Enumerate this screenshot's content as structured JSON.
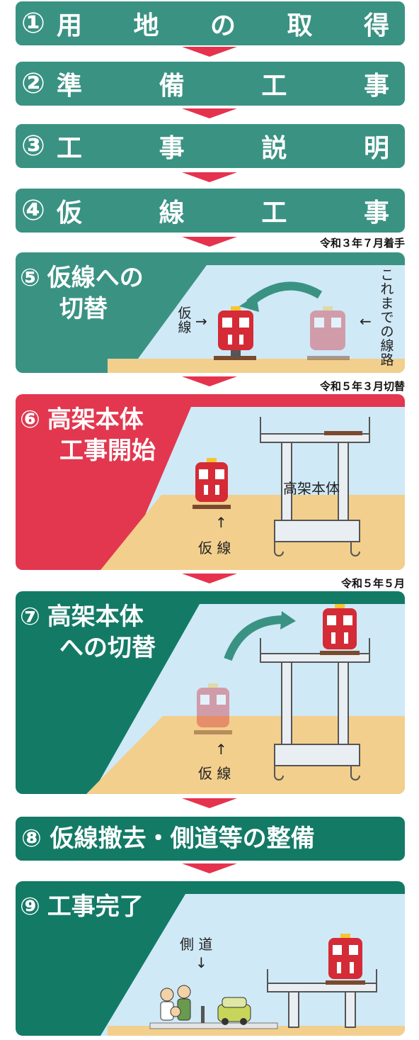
{
  "steps": [
    {
      "num": "①",
      "chars": [
        "用",
        "地",
        "の",
        "取",
        "得"
      ]
    },
    {
      "num": "②",
      "chars": [
        "準",
        "備",
        "工",
        "事"
      ]
    },
    {
      "num": "③",
      "chars": [
        "工",
        "事",
        "説",
        "明"
      ]
    },
    {
      "num": "④",
      "chars": [
        "仮",
        "線",
        "工",
        "事"
      ]
    }
  ],
  "step5": {
    "num": "⑤",
    "line1": "仮線への",
    "line2": "切替",
    "date": "令和３年７月着手",
    "label_karisen": "仮線",
    "label_existing": "これまでの線路"
  },
  "step6": {
    "num": "⑥",
    "line1": "高架本体",
    "line2": "工事開始",
    "date": "令和５年３月切替",
    "label_viaduct": "高架本体",
    "label_karisen": "仮 線"
  },
  "step7": {
    "num": "⑦",
    "line1": "高架本体",
    "line2": "への切替",
    "date": "令和５年５月",
    "label_karisen": "仮 線"
  },
  "step8": {
    "num": "⑧",
    "text": "仮線撤去・側道等の整備"
  },
  "step9": {
    "num": "⑨",
    "line1": "工事完了",
    "label_sideroad": "側 道"
  },
  "arrows": {
    "up": "↑",
    "down": "↓",
    "left": "←",
    "right": "→"
  },
  "colors": {
    "teal": "#3a9283",
    "dark_teal": "#137a66",
    "red": "#e2374f",
    "arrow": "#e5334e",
    "sky": "#cfe9f7",
    "ground": "#f2cf8d",
    "train": "#d42b36"
  }
}
